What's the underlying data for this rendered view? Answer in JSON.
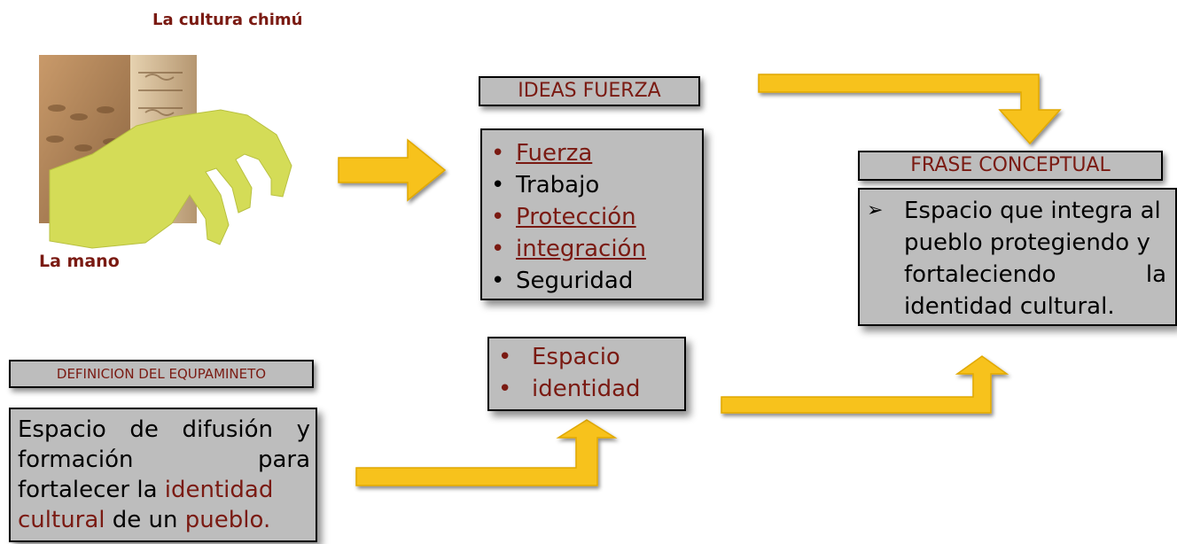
{
  "culture_title": "La cultura chimú",
  "hand_label_prefix": "La ",
  "hand_label_bold": "mano",
  "ideas": {
    "label": "IDEAS FUERZA",
    "items": [
      "Fuerza",
      "Trabajo",
      "Protección",
      "integración",
      "Seguridad"
    ]
  },
  "frase": {
    "label": "FRASE CONCEPTUAL",
    "bullet": "➢",
    "lines": [
      "Espacio que integra al",
      "pueblo protegiendo y",
      "fortaleciendo",
      "la",
      "identidad cultural."
    ]
  },
  "space": {
    "items": [
      "Espacio",
      "identidad"
    ]
  },
  "definicion": {
    "label": "DEFINICION DEL EQUPAMINETO",
    "line1_a": "Espacio",
    "line1_b": "de",
    "line1_c": "difusión",
    "line1_d": "y",
    "line2_a": "formación",
    "line2_b": "para",
    "line3_a": "fortalecer la ",
    "line3_b": "identidad",
    "line4_a": "cultural",
    "line4_b": " de un ",
    "line4_c": "pueblo."
  },
  "colors": {
    "arrow": "#f7c21a",
    "accent": "#7a1a12",
    "box": "#bdbdbd",
    "hand": "#d4dc57"
  }
}
